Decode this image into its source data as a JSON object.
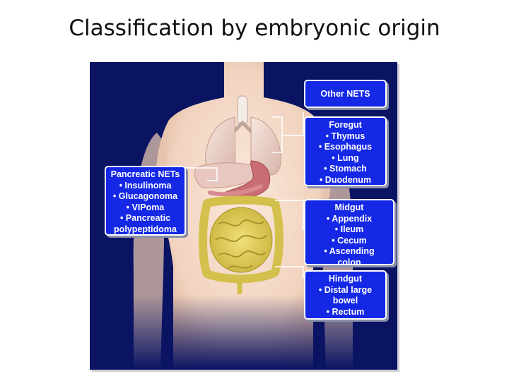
{
  "slide": {
    "title": "Classification by embryonic origin"
  },
  "labels": {
    "other": [
      "Other NETS"
    ],
    "foregut": [
      "Foregut",
      "• Thymus",
      "• Esophagus",
      "• Lung",
      "• Stomach",
      "• Duodenum"
    ],
    "pancreatic": [
      "Pancreatic NETs",
      "• Insulinoma",
      "• Glucagonoma",
      "• VIPoma",
      "• Pancreatic",
      "polypeptidoma"
    ],
    "midgut": [
      "Midgut",
      "• Appendix",
      "• Ileum",
      "• Cecum",
      "• Ascending",
      "colon"
    ],
    "hindgut": [
      "Hindgut",
      "• Distal large",
      "bowel",
      "• Rectum"
    ]
  },
  "colors": {
    "background": "#0a1463",
    "box_fill": "#1428e6",
    "box_text": "#ffffff",
    "skin": "#f3d9c6",
    "intestine": "#e2cf52",
    "stomach": "#c96c74"
  }
}
